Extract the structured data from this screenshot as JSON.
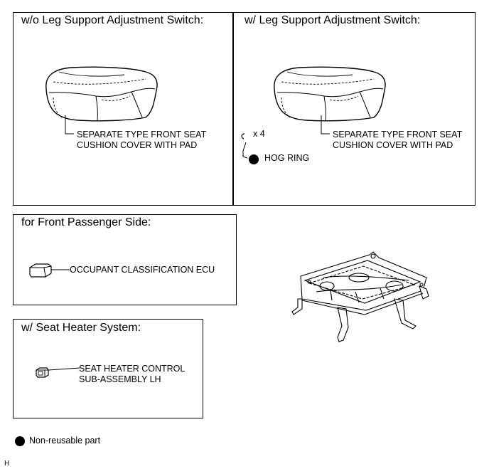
{
  "panels": {
    "top_left": {
      "title": "w/o Leg Support Adjustment Switch:",
      "part_label_line1": "SEPARATE TYPE FRONT SEAT",
      "part_label_line2": "CUSHION COVER WITH PAD"
    },
    "top_right": {
      "title": "w/ Leg Support Adjustment Switch:",
      "part_label_line1": "SEPARATE TYPE FRONT SEAT",
      "part_label_line2": "CUSHION COVER WITH PAD",
      "hog_ring_count": "x 4",
      "hog_ring_label": "HOG RING"
    },
    "passenger": {
      "title": "for Front Passenger Side:",
      "part_label": "OCCUPANT CLASSIFICATION ECU"
    },
    "heater": {
      "title": "w/ Seat Heater System:",
      "part_label_line1": "SEAT HEATER CONTROL",
      "part_label_line2": "SUB-ASSEMBLY LH"
    }
  },
  "legend": {
    "symbol": "filled-circle",
    "label": "Non-reusable part"
  },
  "corner_code": "H"
}
